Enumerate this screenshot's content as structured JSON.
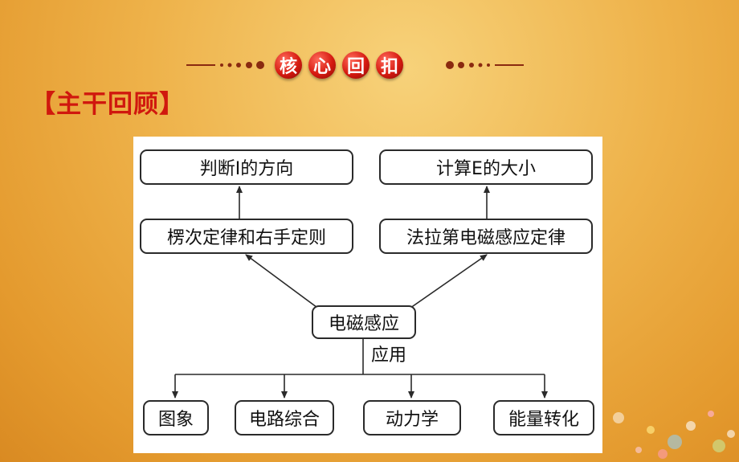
{
  "header": {
    "badges": [
      "核",
      "心",
      "回",
      "扣"
    ]
  },
  "title": "【主干回顾】",
  "diagram": {
    "nodes": {
      "direction_i": "判断I的方向",
      "magnitude_e": "计算E的大小",
      "lenz_law": "楞次定律和右手定则",
      "faraday_law": "法拉第电磁感应定律",
      "em_induction": "电磁感应",
      "graphs": "图象",
      "circuit": "电路综合",
      "dynamics": "动力学",
      "energy": "能量转化"
    },
    "edge_label_apply": "应用"
  }
}
